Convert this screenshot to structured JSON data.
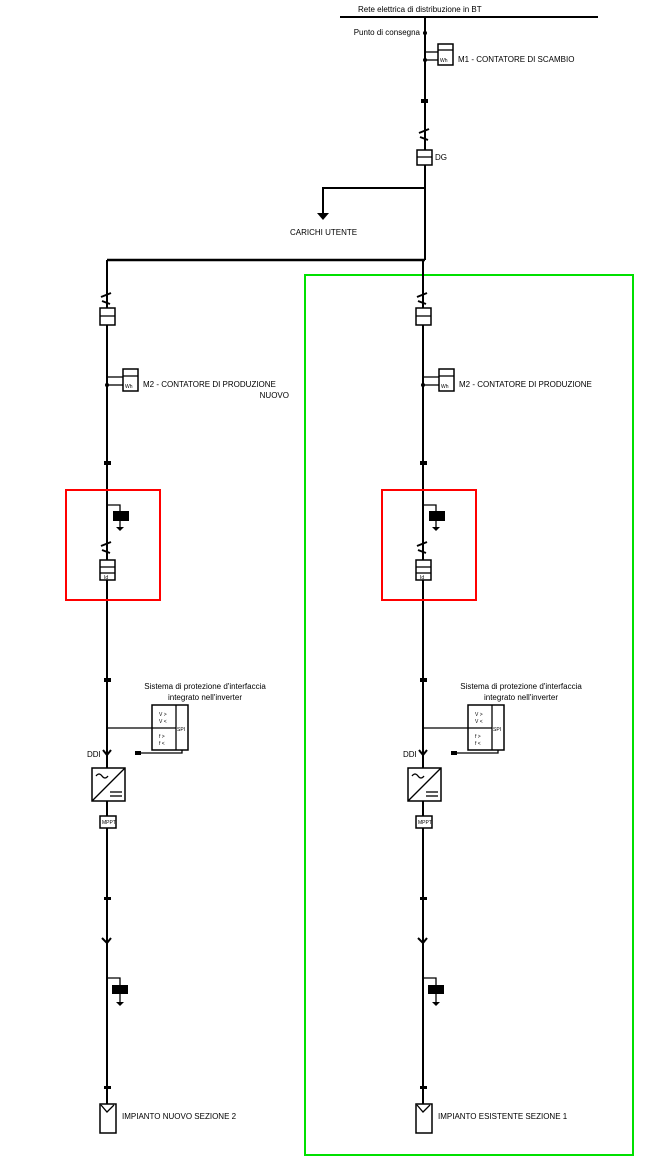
{
  "top": {
    "grid_label": "Rete elettrica di distribuzione in BT",
    "delivery_point": "Punto di consegna",
    "meter_m1_label": "M1 - CONTATORE DI SCAMBIO",
    "meter_unit": "Wh",
    "dg_label": "DG",
    "loads_label": "CARICHI UTENTE"
  },
  "branches": [
    {
      "meter_label": "M2 - CONTATORE DI PRODUZIONE",
      "meter_label_2": "NUOVO",
      "spd": "SPD",
      "id_label": "Id",
      "spi_title_1": "Sistema di protezione d'interfaccia",
      "spi_title_2": "integrato nell'inverter",
      "spi": "SPI",
      "v_max": "V >",
      "v_min": "V <",
      "f_max": "f >",
      "f_min": "f <",
      "ddi": "DDI",
      "mppt": "MPPT",
      "plant_label": "IMPIANTO NUOVO SEZIONE 2",
      "plant_color": "#00e5ff"
    },
    {
      "meter_label": "M2 - CONTATORE DI PRODUZIONE",
      "meter_label_2": "",
      "spd": "SPD",
      "id_label": "Id",
      "spi_title_1": "Sistema di protezione d'interfaccia",
      "spi_title_2": "integrato nell'inverter",
      "spi": "SPI",
      "v_max": "V >",
      "v_min": "V <",
      "f_max": "f >",
      "f_min": "f <",
      "ddi": "DDI",
      "mppt": "MPPT",
      "plant_label": "IMPIANTO ESISTENTE SEZIONE 1",
      "plant_color": "#00e000"
    }
  ],
  "colors": {
    "highlight_red": "#ff0000",
    "existing_green": "#00e000"
  }
}
